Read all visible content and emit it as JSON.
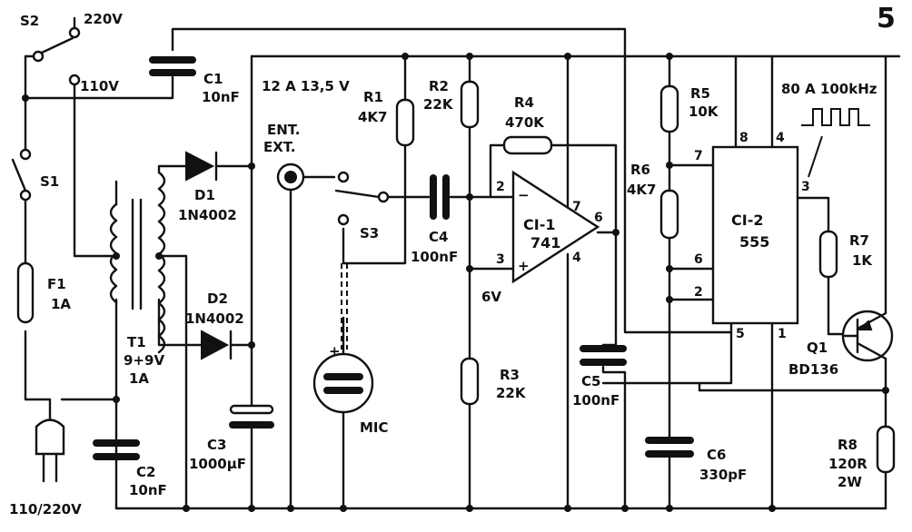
{
  "figure_number": "5",
  "labels": {
    "s2": "S2",
    "v220": "220V",
    "v110": "110V",
    "s1": "S1",
    "f1": "F1",
    "f1_val": "1A",
    "plug": "110/220V",
    "t1": "T1",
    "t1_val1": "9+9V",
    "t1_val2": "1A",
    "c1": "C1",
    "c1_val": "10nF",
    "c2": "C2",
    "c2_val": "10nF",
    "d1": "D1",
    "d1_val": "1N4002",
    "d2": "D2",
    "d2_val": "1N4002",
    "c3": "C3",
    "c3_val": "1000µF",
    "supply": "12 A 13,5 V",
    "ent1": "ENT.",
    "ent2": "EXT.",
    "s3": "S3",
    "mic": "MIC",
    "r1": "R1",
    "r1_val": "4K7",
    "r2": "R2",
    "r2_val": "22K",
    "r3": "R3",
    "r3_val": "22K",
    "r4": "R4",
    "r4_val": "470K",
    "c4": "C4",
    "c4_val": "100nF",
    "v6": "6V",
    "ci1": "CI-1",
    "ci1_val": "741",
    "c5": "C5",
    "c5_val": "100nF",
    "r5": "R5",
    "r5_val": "10K",
    "r6": "R6",
    "r6_val": "4K7",
    "c6": "C6",
    "c6_val": "330pF",
    "ci2": "CI-2",
    "ci2_val": "555",
    "freq": "80 A 100kHz",
    "r7": "R7",
    "r7_val": "1K",
    "q1": "Q1",
    "q1_val": "BD136",
    "r8": "R8",
    "r8_val1": "120R",
    "r8_val2": "2W",
    "op_minus": "−",
    "op_plus": "+",
    "mic_plus": "+"
  },
  "pins": {
    "ci1_2": "2",
    "ci1_3": "3",
    "ci1_6": "6",
    "ci1_7": "7",
    "ci1_4": "4",
    "ci2_7": "7",
    "ci2_8": "8",
    "ci2_4": "4",
    "ci2_6": "6",
    "ci2_2": "2",
    "ci2_3": "3",
    "ci2_5": "5",
    "ci2_1": "1"
  }
}
